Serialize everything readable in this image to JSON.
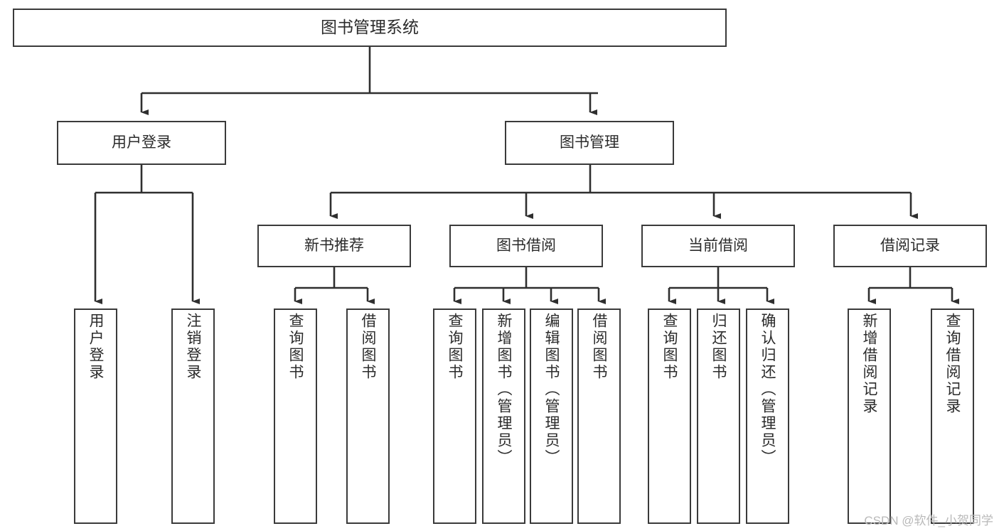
{
  "diagram": {
    "title": "图书管理系统",
    "type": "hierarchy-tree",
    "watermark": "CSDN @软件_小贺同学",
    "colors": {
      "box_border": "#3a3a3a",
      "box_fill": "#ffffff",
      "edge": "#2f2f2f",
      "text": "#2b2b2b",
      "watermark": "#b9b9b9",
      "background": "#ffffff"
    },
    "nodes": {
      "root": {
        "label": "图书管理系统",
        "level": 0
      },
      "level1": [
        {
          "id": "user-login",
          "label": "用户登录"
        },
        {
          "id": "book-management",
          "label": "图书管理"
        }
      ],
      "level2": [
        {
          "id": "new-book-recommend",
          "label": "新书推荐",
          "parent": "book-management"
        },
        {
          "id": "book-borrow",
          "label": "图书借阅",
          "parent": "book-management"
        },
        {
          "id": "current-borrow",
          "label": "当前借阅",
          "parent": "book-management"
        },
        {
          "id": "borrow-record",
          "label": "借阅记录",
          "parent": "book-management"
        }
      ],
      "leaves": [
        {
          "id": "leaf-user-login",
          "label": "用户登录",
          "parent": "user-login"
        },
        {
          "id": "leaf-user-logout",
          "label": "注销登录",
          "parent": "user-login"
        },
        {
          "id": "leaf-query-book-rec",
          "label": "查询图书",
          "parent": "new-book-recommend"
        },
        {
          "id": "leaf-borrow-book-rec",
          "label": "借阅图书",
          "parent": "new-book-recommend"
        },
        {
          "id": "leaf-query-book-borrow",
          "label": "查询图书",
          "parent": "book-borrow"
        },
        {
          "id": "leaf-add-book",
          "label": "新增图书（管理员）",
          "parent": "book-borrow"
        },
        {
          "id": "leaf-edit-book",
          "label": "编辑图书（管理员）",
          "parent": "book-borrow"
        },
        {
          "id": "leaf-borrow-book",
          "label": "借阅图书",
          "parent": "book-borrow"
        },
        {
          "id": "leaf-query-book-current",
          "label": "查询图书",
          "parent": "current-borrow"
        },
        {
          "id": "leaf-return-book",
          "label": "归还图书",
          "parent": "current-borrow"
        },
        {
          "id": "leaf-confirm-return",
          "label": "确认归还（管理员）",
          "parent": "current-borrow"
        },
        {
          "id": "leaf-add-record",
          "label": "新增借阅记录",
          "parent": "borrow-record"
        },
        {
          "id": "leaf-query-record",
          "label": "查询借阅记录",
          "parent": "borrow-record"
        }
      ]
    }
  }
}
